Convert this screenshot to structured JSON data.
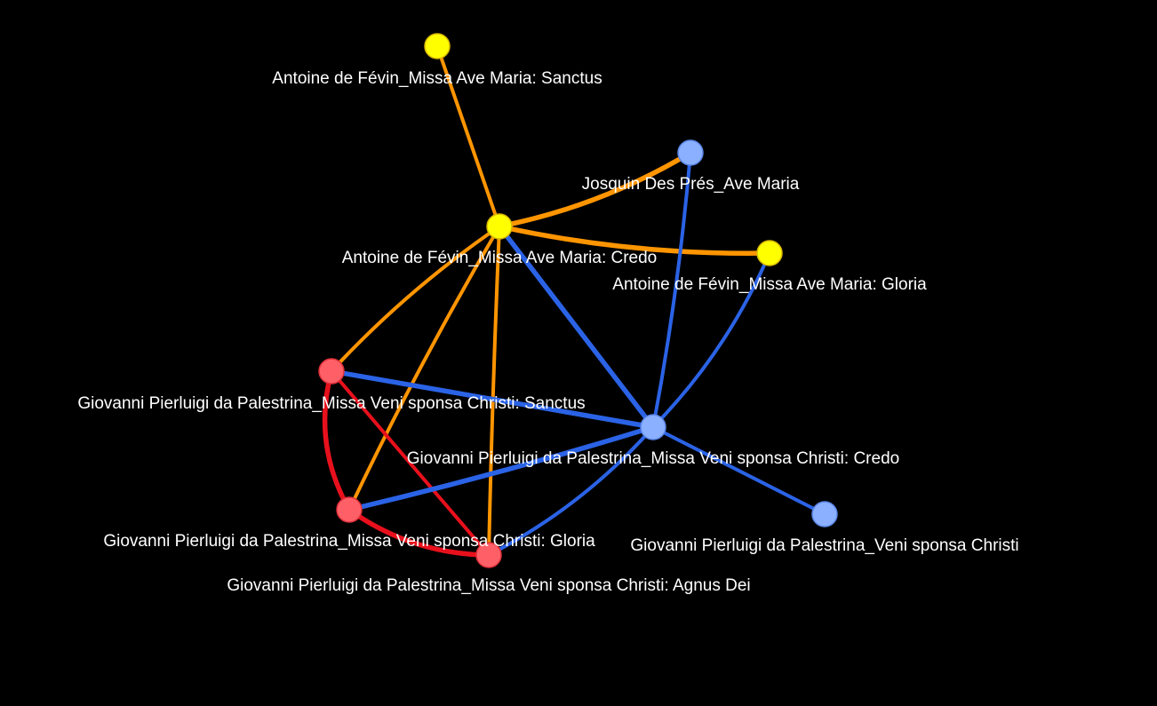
{
  "colors": {
    "background": "#000000",
    "label": "#ffffff",
    "edge_orange": "#ff9500",
    "edge_blue": "#2b63e6",
    "edge_red": "#e8101c",
    "node_yellow": "#ffff00",
    "node_yellow_stroke": "#d9b800",
    "node_lightblue": "#8ab0ff",
    "node_lightblue_stroke": "#5a86e8",
    "node_red": "#ff6068",
    "node_red_stroke": "#e0303a"
  },
  "nodes": [
    {
      "id": "fevin_sanctus",
      "label": "Antoine de Févin_Missa Ave Maria: Sanctus",
      "group": "yellow"
    },
    {
      "id": "josquin_ave",
      "label": "Josquin Des Prés_Ave Maria",
      "group": "lightblue"
    },
    {
      "id": "fevin_credo",
      "label": "Antoine de Févin_Missa Ave Maria: Credo",
      "group": "yellow"
    },
    {
      "id": "fevin_gloria",
      "label": "Antoine de Févin_Missa Ave Maria: Gloria",
      "group": "yellow"
    },
    {
      "id": "pal_sanctus",
      "label": "Giovanni Pierluigi da Palestrina_Missa Veni sponsa Christi: Sanctus",
      "group": "red"
    },
    {
      "id": "pal_credo",
      "label": "Giovanni Pierluigi da Palestrina_Missa Veni sponsa Christi: Credo",
      "group": "lightblue"
    },
    {
      "id": "pal_veni",
      "label": "Giovanni Pierluigi da Palestrina_Veni sponsa Christi",
      "group": "lightblue"
    },
    {
      "id": "pal_gloria",
      "label": "Giovanni Pierluigi da Palestrina_Missa Veni sponsa Christi: Gloria",
      "group": "red"
    },
    {
      "id": "pal_agnus",
      "label": "Giovanni Pierluigi da Palestrina_Missa Veni sponsa Christi: Agnus Dei",
      "group": "red"
    }
  ],
  "edges": [
    {
      "source": "fevin_sanctus",
      "target": "fevin_credo",
      "color": "orange",
      "width": "thin"
    },
    {
      "source": "fevin_credo",
      "target": "josquin_ave",
      "color": "orange",
      "width": "thick"
    },
    {
      "source": "fevin_credo",
      "target": "fevin_gloria",
      "color": "orange",
      "width": "thick"
    },
    {
      "source": "fevin_credo",
      "target": "pal_sanctus",
      "color": "orange",
      "width": "thin"
    },
    {
      "source": "fevin_credo",
      "target": "pal_gloria",
      "color": "orange",
      "width": "thin"
    },
    {
      "source": "fevin_credo",
      "target": "pal_agnus",
      "color": "orange",
      "width": "thin"
    },
    {
      "source": "fevin_credo",
      "target": "pal_credo",
      "color": "blue",
      "width": "thick"
    },
    {
      "source": "josquin_ave",
      "target": "pal_credo",
      "color": "blue",
      "width": "thin"
    },
    {
      "source": "fevin_gloria",
      "target": "pal_credo",
      "color": "blue",
      "width": "thin"
    },
    {
      "source": "pal_sanctus",
      "target": "pal_credo",
      "color": "blue",
      "width": "thick"
    },
    {
      "source": "pal_gloria",
      "target": "pal_credo",
      "color": "blue",
      "width": "thick"
    },
    {
      "source": "pal_agnus",
      "target": "pal_credo",
      "color": "blue",
      "width": "thin"
    },
    {
      "source": "pal_credo",
      "target": "pal_veni",
      "color": "blue",
      "width": "thin"
    },
    {
      "source": "pal_sanctus",
      "target": "pal_gloria",
      "color": "red",
      "width": "thick"
    },
    {
      "source": "pal_sanctus",
      "target": "pal_agnus",
      "color": "red",
      "width": "thin"
    },
    {
      "source": "pal_gloria",
      "target": "pal_agnus",
      "color": "red",
      "width": "thick"
    }
  ]
}
